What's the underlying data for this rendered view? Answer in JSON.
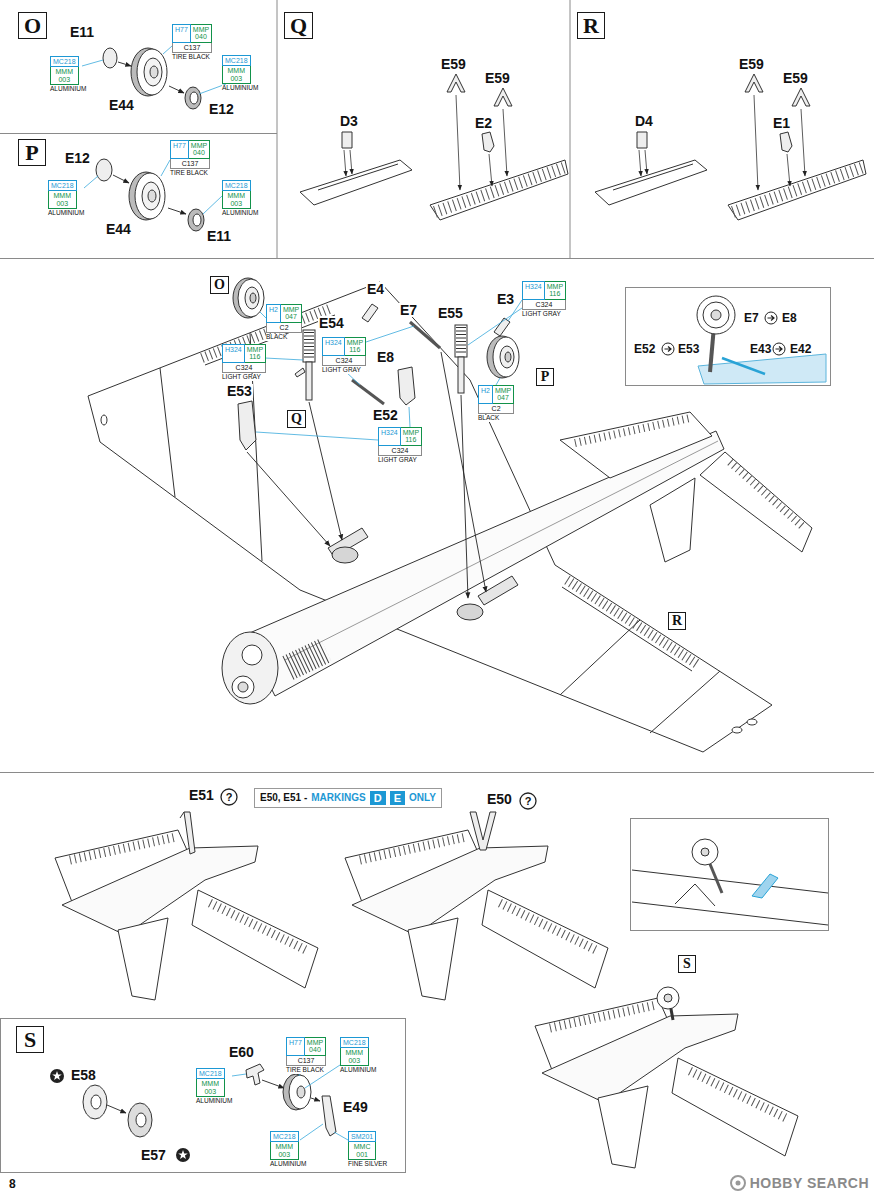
{
  "diagram": {
    "nodes": [
      {
        "text": [
          "O"
        ]
      },
      {
        "text": [
          "MC218",
          "MMM 003",
          "ALUMINIUM"
        ]
      },
      {
        "text": [
          "H77",
          "MMP 040",
          "C137",
          "TIRE BLACK"
        ]
      },
      {
        "text": [
          "MC218",
          "MMM 003",
          "ALUMINIUM"
        ]
      },
      {
        "text": [
          "Q"
        ]
      },
      {
        "text": [
          "R"
        ]
      },
      {
        "text": [
          "P"
        ]
      },
      {
        "text": [
          "MC218",
          "MMM 003",
          "ALUMINIUM"
        ]
      },
      {
        "text": [
          "H77",
          "MMP 040",
          "C137",
          "TIRE BLACK"
        ]
      },
      {
        "text": [
          "MC218",
          "MMM 003",
          "ALUMINIUM"
        ]
      },
      {
        "text": [
          "O"
        ]
      },
      {
        "text": [
          "H324",
          "MMP 116",
          "C324",
          "LIGHT GRAY"
        ]
      },
      {
        "text": [
          "H2",
          "MMP 047",
          "C2",
          "BLACK"
        ]
      },
      {
        "text": [
          "H324",
          "MMP 116",
          "C324",
          "LIGHT GRAY"
        ]
      },
      {
        "text": [
          "H324",
          "MMP 116",
          "C324",
          "LIGHT GRAY"
        ]
      },
      {
        "text": [
          "P"
        ]
      },
      {
        "text": [
          "H2",
          "MMP 047",
          "C2",
          "BLACK"
        ]
      },
      {
        "text": [
          "Q"
        ]
      },
      {
        "text": [
          "H324",
          "MMP 116",
          "C324",
          "LIGHT GRAY"
        ]
      },
      {
        "text": [
          "R"
        ]
      },
      {
        "text": [
          "E50, E51 -",
          "MARKINGS",
          "ONLY"
        ]
      },
      {
        "text": [
          "D"
        ],
        "in": 20
      },
      {
        "text": [
          "E"
        ],
        "in": 20
      },
      {
        "text": [
          "S"
        ]
      },
      {
        "text": [
          "S"
        ]
      },
      {
        "text": [
          "H77",
          "MMP 040",
          "C137",
          "TIRE BLACK"
        ]
      },
      {
        "text": [
          "MC218",
          "MMM 003",
          "ALUMINIUM"
        ]
      },
      {
        "text": [
          "MC218",
          "MMM 003",
          "ALUMINIUM"
        ]
      },
      {
        "text": [
          "MC218",
          "MMM 003",
          "ALUMINIUM"
        ]
      },
      {
        "text": [
          "SM201",
          "MMC 001",
          "FINE SILVER"
        ]
      }
    ],
    "labels": [
      "E11",
      "E44",
      "E12",
      "E12",
      "E44",
      "E11",
      "D3",
      "E59",
      "E59",
      "E2",
      "E59",
      "E59",
      "D4",
      "E1",
      "E4",
      "E7",
      "E55",
      "E3",
      "E54",
      "E8",
      "E53",
      "E52",
      "E7",
      "E8",
      "E52",
      "E53",
      "E43",
      "E42",
      "E51",
      "?",
      "E50",
      "?",
      "E58",
      "E60",
      "E49",
      "E57",
      "8",
      "HOBBY SEARCH"
    ]
  }
}
